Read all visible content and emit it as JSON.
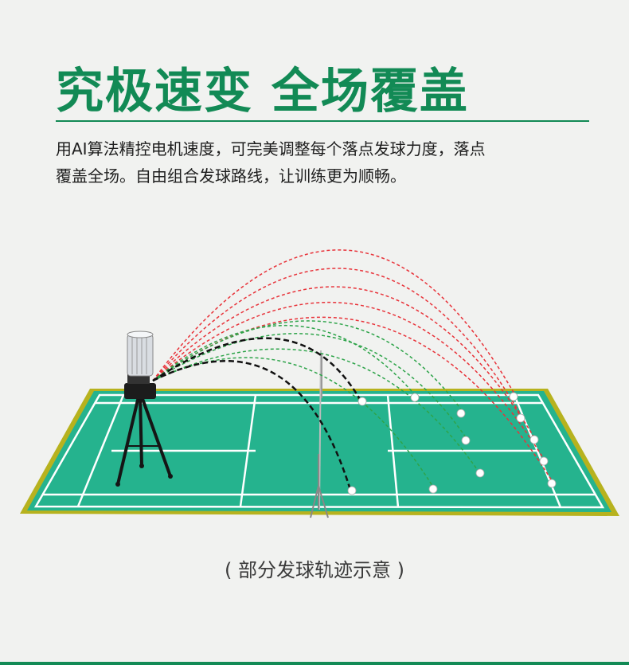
{
  "header": {
    "title": "究极速变 全场覆盖"
  },
  "description": {
    "line1": "用AI算法精控电机速度，可完美调整每个落点发球力度，落点",
    "line2": "覆盖全场。自由组合发球路线，让训练更为顺畅。"
  },
  "caption": "( 部分发球轨迹示意 )",
  "colors": {
    "brand_green": "#128a55",
    "court_green": "#25b38e",
    "court_border": "#b7b21e",
    "trajectory_red": "#e8333a",
    "trajectory_green": "#2ea44a",
    "trajectory_black": "#111111"
  }
}
